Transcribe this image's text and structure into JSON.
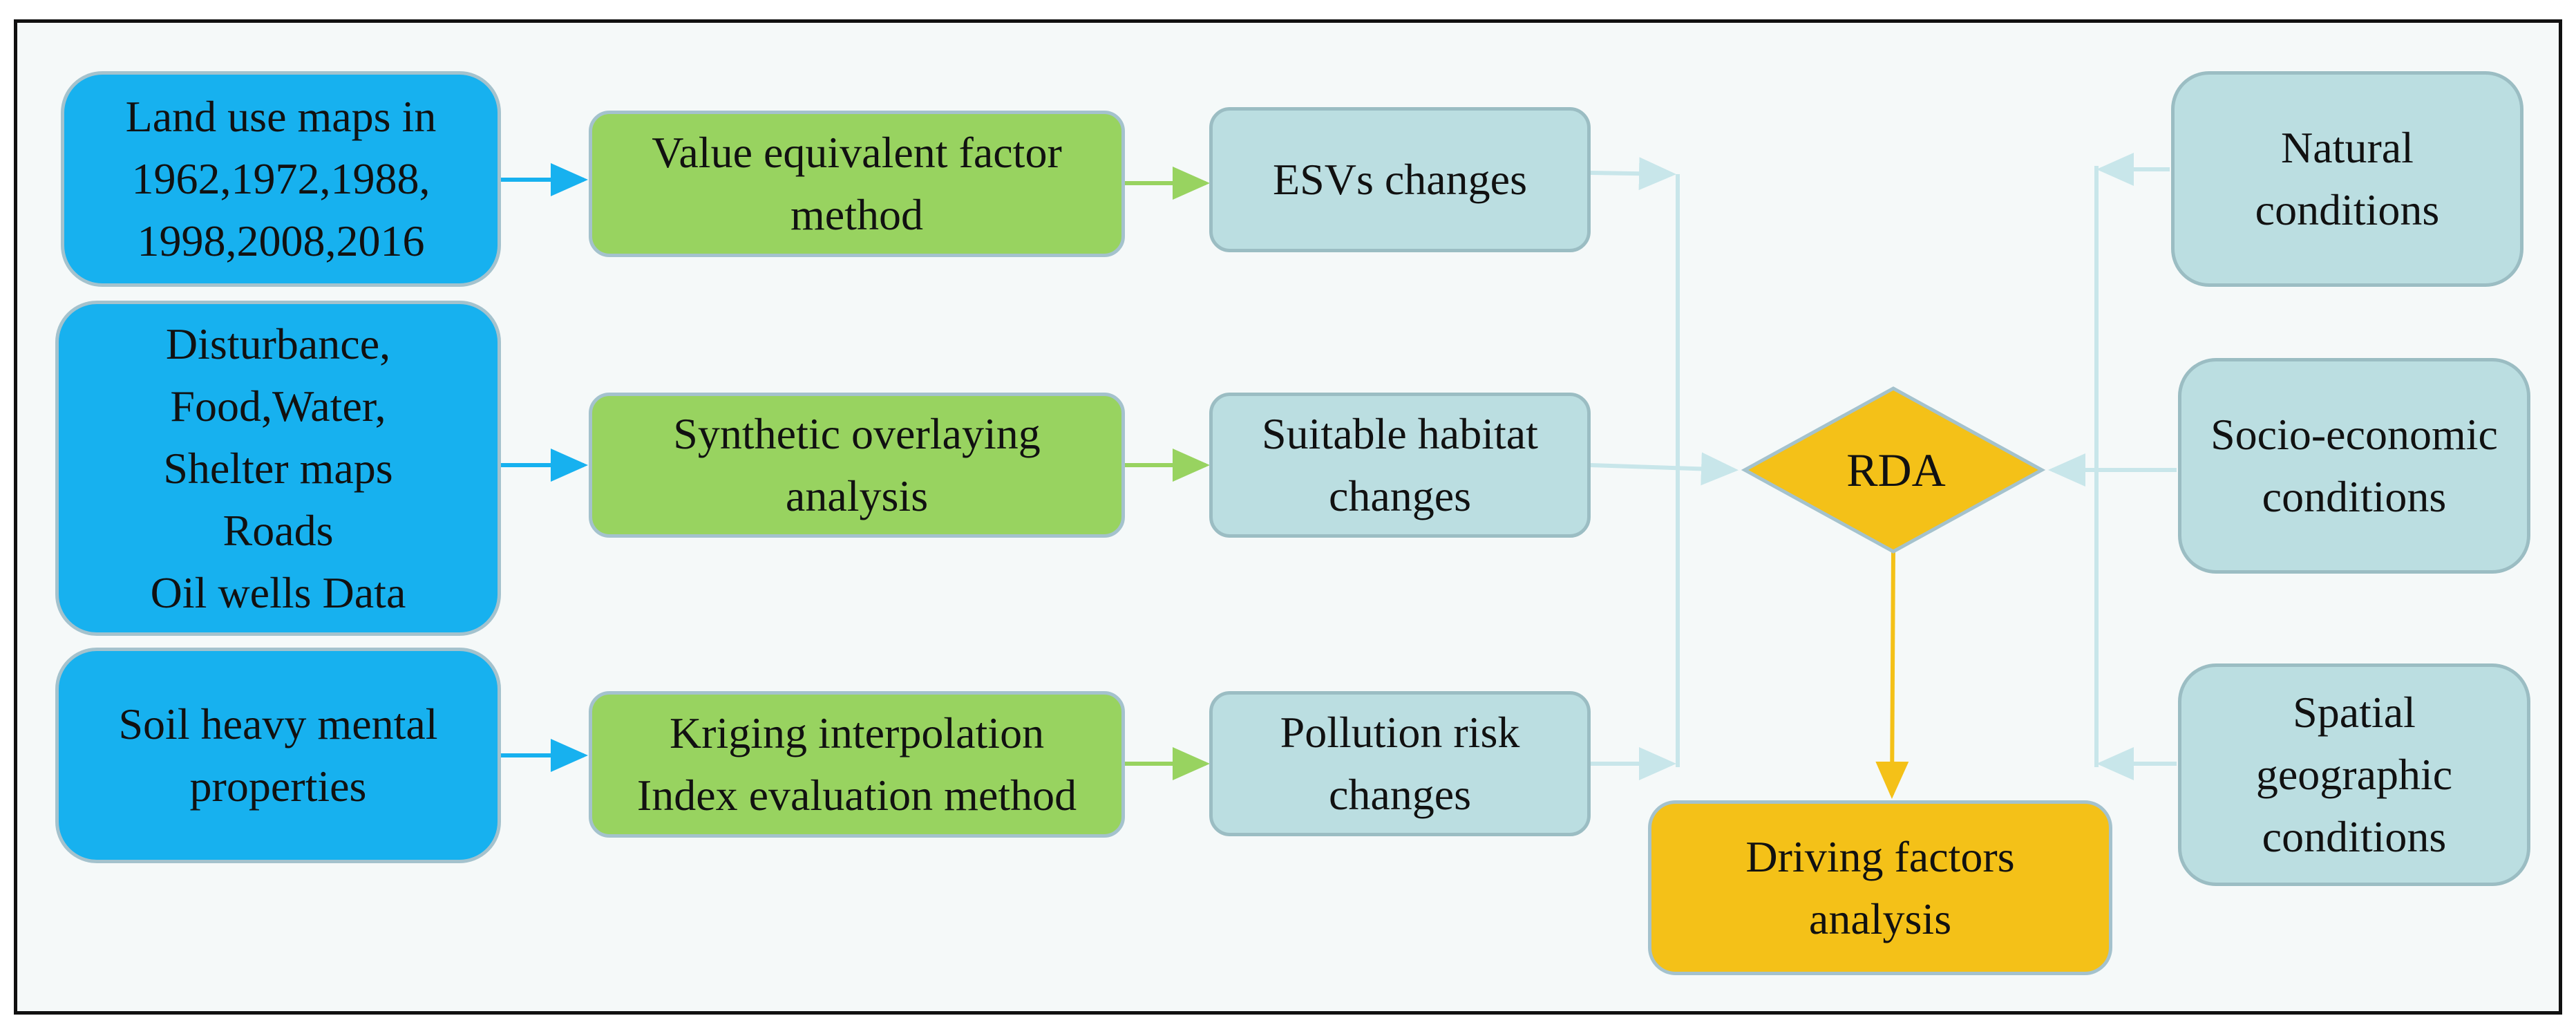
{
  "inputs": {
    "land_use": "Land use maps in\n1962,1972,1988,\n1998,2008,2016",
    "habitat_data": "Disturbance,\nFood,Water,\nShelter  maps\nRoads\nOil wells Data",
    "soil": "Soil heavy mental\nproperties"
  },
  "methods": {
    "value_equivalent": "Value equivalent factor\nmethod",
    "synthetic_overlaying": "Synthetic overlaying\nanalysis",
    "kriging": "Kriging interpolation\nIndex evaluation method"
  },
  "changes": {
    "esvs": "ESVs changes",
    "habitat": "Suitable habitat\nchanges",
    "pollution": "Pollution risk\nchanges"
  },
  "rda": "RDA",
  "output": "Driving factors\nanalysis",
  "conditions": {
    "natural": "Natural\nconditions",
    "socio_economic": "Socio-economic\nconditions",
    "spatial": "Spatial\ngeographic\nconditions"
  },
  "colors": {
    "blue": "#17b1ef",
    "green": "#98d360",
    "light": "#bbdee1",
    "gold": "#f4c118",
    "connector_light": "#c8e6ea"
  }
}
